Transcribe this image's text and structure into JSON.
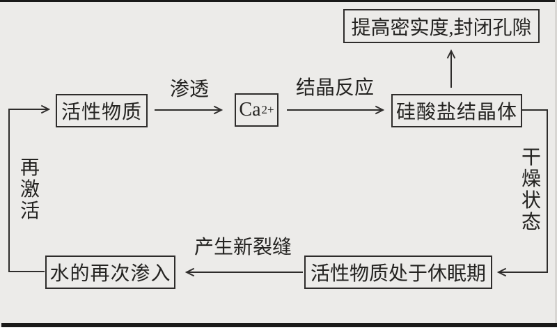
{
  "diagram": {
    "title_hint": "crystallization self-healing cycle flowchart",
    "nodes": {
      "active_substance": "活性物质",
      "calcium_base": "Ca",
      "calcium_sup": "2+",
      "silicate_crystal": "硅酸盐结晶体",
      "densify_seal_pores": "提高密实度,封闭孔隙",
      "water_reentry": "水的再次渗入",
      "dormant_active_substance": "活性物质处于休眠期"
    },
    "edge_labels": {
      "permeate": "渗透",
      "crystallization_reaction": "结晶反应",
      "dry_state": "干燥状态",
      "new_cracks": "产生新裂缝",
      "reactivation": "再激活"
    },
    "colors": {
      "background": "#ecebe9",
      "line": "#2e2c2b",
      "text": "#242321",
      "edge_bar": "#1a1a19"
    }
  }
}
